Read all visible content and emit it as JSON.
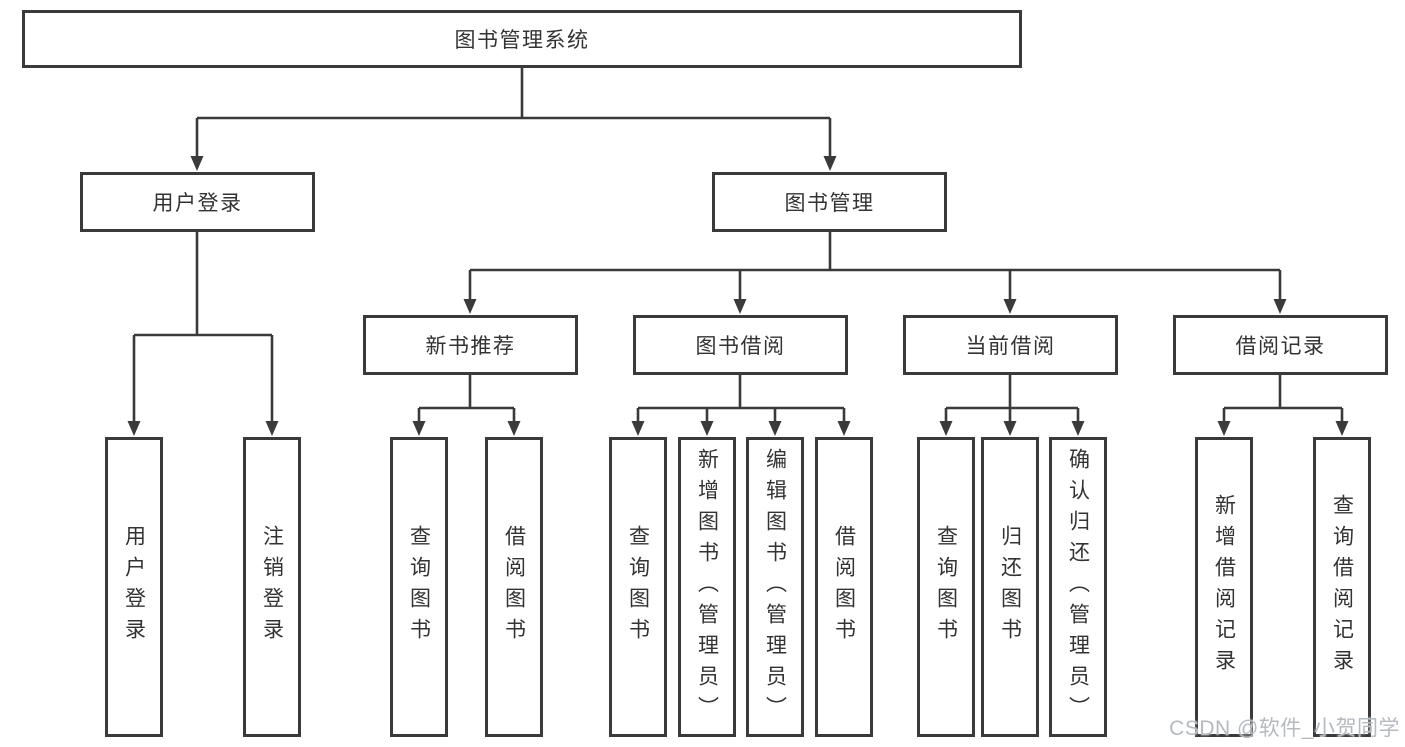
{
  "tree": {
    "root": {
      "label": "图书管理系统",
      "children": [
        {
          "label": "用户登录",
          "children": [
            {
              "label": "用户登录"
            },
            {
              "label": "注销登录"
            }
          ]
        },
        {
          "label": "图书管理",
          "children": [
            {
              "label": "新书推荐",
              "children": [
                {
                  "label": "查询图书"
                },
                {
                  "label": "借阅图书"
                }
              ]
            },
            {
              "label": "图书借阅",
              "children": [
                {
                  "label": "查询图书"
                },
                {
                  "label": "新增图书（管理员）"
                },
                {
                  "label": "编辑图书（管理员）"
                },
                {
                  "label": "借阅图书"
                }
              ]
            },
            {
              "label": "当前借阅",
              "children": [
                {
                  "label": "查询图书"
                },
                {
                  "label": "归还图书"
                },
                {
                  "label": "确认归还（管理员）"
                }
              ]
            },
            {
              "label": "借阅记录",
              "children": [
                {
                  "label": "新增借阅记录"
                },
                {
                  "label": "查询借阅记录"
                }
              ]
            }
          ]
        }
      ]
    }
  },
  "watermark": {
    "text": "CSDN @软件_小贺同学"
  },
  "colors": {
    "line": "#3a3a3a",
    "text": "#333333",
    "bg": "#ffffff",
    "watermark": "#b5bac0"
  }
}
